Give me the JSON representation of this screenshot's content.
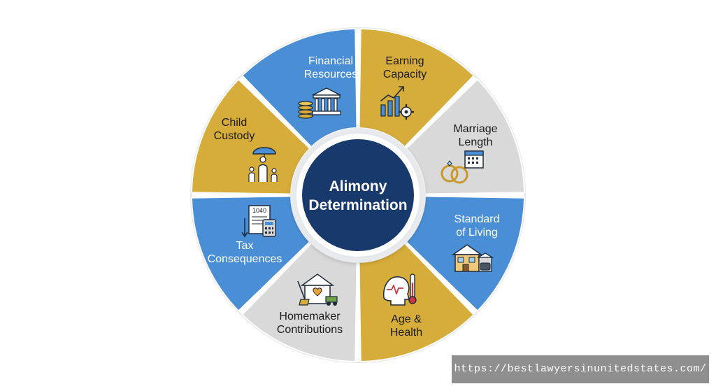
{
  "diagram": {
    "center": {
      "line1": "Alimony",
      "line2": "Determination"
    },
    "segments": [
      {
        "id": "financial-resources",
        "lines": [
          "Financial",
          "Resources"
        ],
        "color": "blue",
        "icon": "bank-coins-icon"
      },
      {
        "id": "earning-capacity",
        "lines": [
          "Earning",
          "Capacity"
        ],
        "color": "gold",
        "icon": "growth-chart-gear-icon"
      },
      {
        "id": "marriage-length",
        "lines": [
          "Marriage",
          "Length"
        ],
        "color": "gray",
        "icon": "rings-calendar-icon"
      },
      {
        "id": "standard-of-living",
        "lines": [
          "Standard",
          "of Living"
        ],
        "color": "blue",
        "icon": "house-garage-icon"
      },
      {
        "id": "age-health",
        "lines": [
          "Age &",
          "Health"
        ],
        "color": "gold",
        "icon": "head-heartbeat-thermometer-icon"
      },
      {
        "id": "homemaker-contributions",
        "lines": [
          "Homemaker",
          "Contributions"
        ],
        "color": "gray",
        "icon": "home-broom-icon"
      },
      {
        "id": "tax-consequences",
        "icon_text": "1040",
        "lines": [
          "Tax",
          "Consequences"
        ],
        "color": "blue",
        "icon": "tax-form-calculator-icon"
      },
      {
        "id": "child-custody",
        "lines": [
          "Child",
          "Custody"
        ],
        "color": "gold",
        "icon": "family-umbrella-icon"
      }
    ],
    "colors": {
      "blue": "#4a8fd6",
      "gold": "#d6ac3a",
      "gray": "#d9d9d9",
      "center": "#17396b"
    }
  },
  "watermark": {
    "text": "https://bestlawyersinunitedstates.com/"
  }
}
